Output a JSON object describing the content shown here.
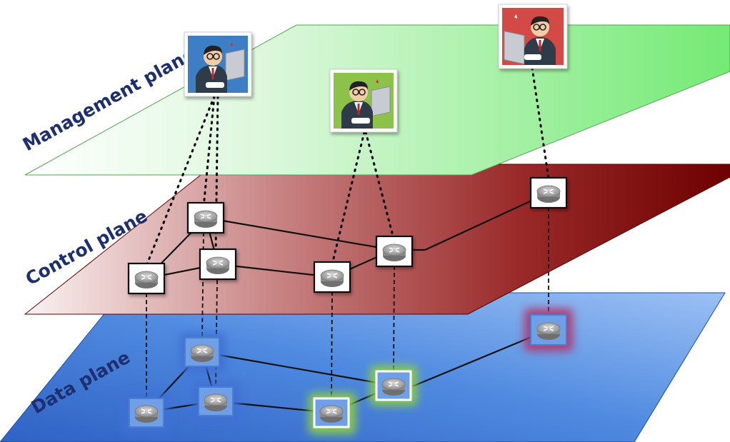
{
  "planes": {
    "management": {
      "label": "Management plane",
      "color_light": "#f2fcf2",
      "color_dark": "#6fe46f",
      "edge": "#4fa64f"
    },
    "control": {
      "label": "Control plane",
      "color_light": "#f5e6e6",
      "color_dark": "#7a0000",
      "edge": "#5c0000"
    },
    "data": {
      "label": "Data plane",
      "color_light": "#8ab5f2",
      "color_dark": "#2f66c9",
      "edge": "#1d4c9e"
    }
  },
  "operators": [
    {
      "id": "operator-blue",
      "bg": "#3c7ec4",
      "accent": "#2a5f99"
    },
    {
      "id": "operator-green",
      "bg": "#8cc24a",
      "accent": "#6a9a30"
    },
    {
      "id": "operator-red",
      "bg": "#d24a44",
      "accent": "#a8302b"
    }
  ],
  "glows": {
    "blue": "#3f6fd6",
    "green": "#8fd13a",
    "red": "#b0356a"
  },
  "icons": {
    "router": "router-icon",
    "operator": "operator-icon"
  }
}
